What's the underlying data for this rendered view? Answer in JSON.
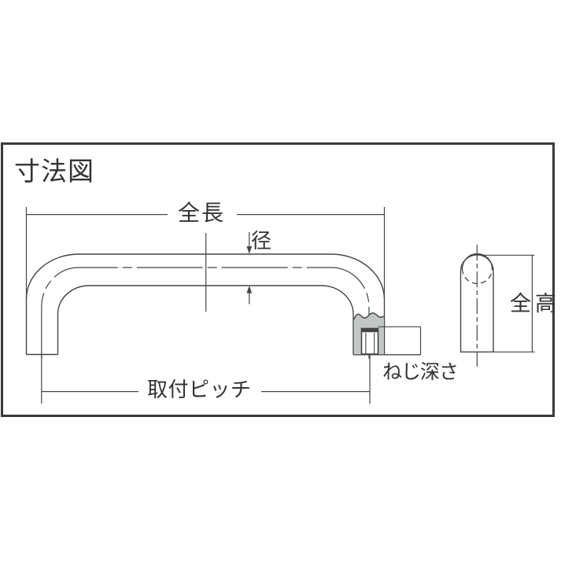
{
  "diagram": {
    "title": "寸法図",
    "labels": {
      "overall_length": "全長",
      "diameter": "径",
      "mounting_pitch": "取付ピッチ",
      "screw_depth": "ねじ深さ",
      "overall_height": "全高"
    },
    "colors": {
      "line": "#454545",
      "frame": "#3a3a3a",
      "section_fill": "#c3c6c6",
      "text": "#333333",
      "background": "#ffffff"
    }
  }
}
